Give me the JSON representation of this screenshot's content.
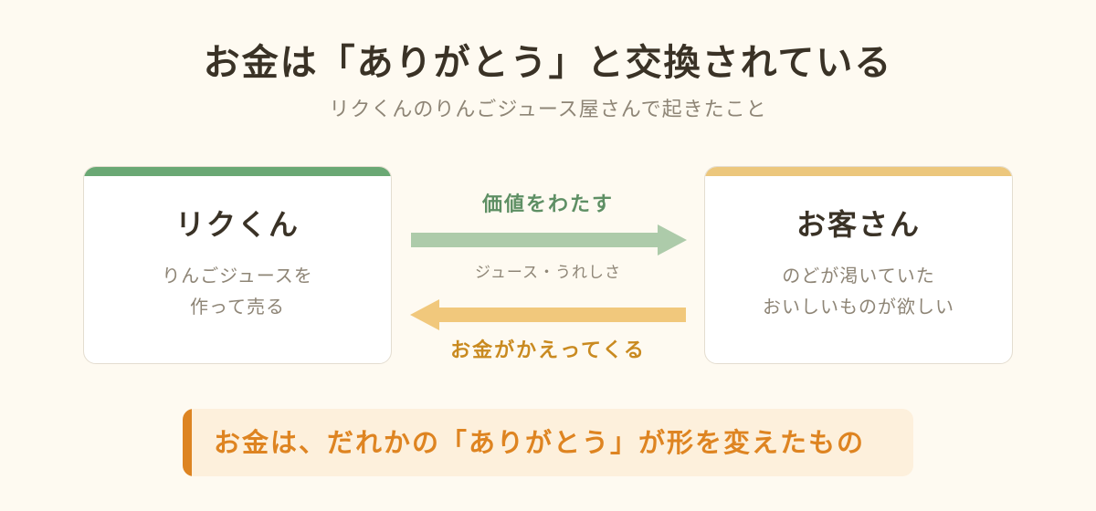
{
  "header": {
    "title": "お金は「ありがとう」と交換されている",
    "subtitle": "リクくんのりんごジュース屋さんで起きたこと"
  },
  "left_card": {
    "name": "リクくん",
    "desc_line1": "りんごジュースを",
    "desc_line2": "作って売る",
    "accent_color": "#6aa874"
  },
  "right_card": {
    "name": "お客さん",
    "desc_line1": "のどが渇いていた",
    "desc_line2": "おいしいものが欲しい",
    "accent_color": "#ecc77d"
  },
  "flows": {
    "give": {
      "label": "価値をわたす",
      "sub": "ジュース・うれしさ",
      "direction": "left-to-right",
      "color": "#adcbaa"
    },
    "return": {
      "label": "お金がかえってくる",
      "direction": "right-to-left",
      "color": "#f1c87c"
    }
  },
  "summary": {
    "text": "お金は、だれかの「ありがとう」が形を変えたもの"
  }
}
